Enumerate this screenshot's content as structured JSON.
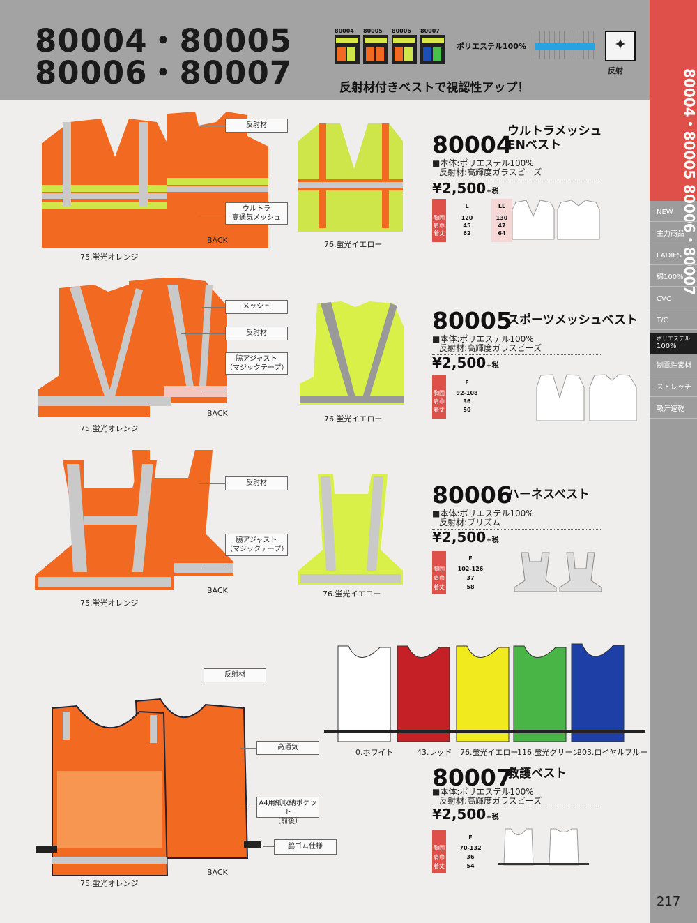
{
  "header": {
    "title_line1": "80004・80005",
    "title_line2": "80006・80007",
    "thumbnails": [
      "80004",
      "80005",
      "80006",
      "80007"
    ],
    "fabric_label": "ポリエステル100%",
    "reflect_icon": "sparkle-icon",
    "reflect_label": "反射",
    "subtitle": "反射材付きベストで視認性アップ！"
  },
  "sidebar": {
    "code": "80004・80005 80006・80007",
    "items": [
      "NEW",
      "主力商品",
      "LADIES",
      "綿100%",
      "CVC",
      "T/C",
      "ポリエステル",
      "100%",
      "制電性素材",
      "ストレッチ",
      "吸汗速乾"
    ]
  },
  "page_number": "217",
  "products": [
    {
      "code": "80004",
      "name_line1": "ウルトラメッシュ",
      "name_line2": "ENベスト",
      "spec1": "■本体:ポリエステル100%",
      "spec2": "反射材:高輝度ガラスビーズ",
      "price": "¥2,500",
      "tax": "+税",
      "sizes": [
        "L",
        "LL"
      ],
      "rows": [
        "胸囲",
        "肩巾",
        "着丈"
      ],
      "values": [
        [
          "120",
          "130"
        ],
        [
          "45",
          "47"
        ],
        [
          "62",
          "64"
        ]
      ],
      "callouts": [
        "反射材",
        "ウルトラ\n高通気メッシュ"
      ],
      "back": "BACK",
      "colors": [
        "75.蛍光オレンジ",
        "76.蛍光イエロー"
      ]
    },
    {
      "code": "80005",
      "name_line1": "スポーツメッシュベスト",
      "spec1": "■本体:ポリエステル100%",
      "spec2": "反射材:高輝度ガラスビーズ",
      "price": "¥2,500",
      "tax": "+税",
      "sizes": [
        "F"
      ],
      "rows": [
        "胸囲",
        "肩巾",
        "着丈"
      ],
      "values": [
        [
          "92-108"
        ],
        [
          "36"
        ],
        [
          "50"
        ]
      ],
      "callouts": [
        "メッシュ",
        "反射材",
        "脇アジャスト\n（マジックテープ）"
      ],
      "back": "BACK",
      "colors": [
        "75.蛍光オレンジ",
        "76.蛍光イエロー"
      ]
    },
    {
      "code": "80006",
      "name_line1": "ハーネスベスト",
      "spec1": "■本体:ポリエステル100%",
      "spec2": "反射材:プリズム",
      "price": "¥2,500",
      "tax": "+税",
      "sizes": [
        "F"
      ],
      "rows": [
        "胸囲",
        "肩巾",
        "着丈"
      ],
      "values": [
        [
          "102-126"
        ],
        [
          "37"
        ],
        [
          "58"
        ]
      ],
      "callouts": [
        "反射材",
        "脇アジャスト\n（マジックテープ）"
      ],
      "back": "BACK",
      "colors": [
        "75.蛍光オレンジ",
        "76.蛍光イエロー"
      ]
    },
    {
      "code": "80007",
      "name_line1": "救護ベスト",
      "spec1": "■本体:ポリエステル100%",
      "spec2": "反射材:高輝度ガラスビーズ",
      "price": "¥2,500",
      "tax": "+税",
      "sizes": [
        "F"
      ],
      "rows": [
        "胸囲",
        "肩巾",
        "着丈"
      ],
      "values": [
        [
          "70-132"
        ],
        [
          "36"
        ],
        [
          "54"
        ]
      ],
      "callouts": [
        "反射材",
        "高通気",
        "A4用紙収納ポケット\n（前後）",
        "脇ゴム仕様"
      ],
      "back": "BACK",
      "colors": [
        "75.蛍光オレンジ"
      ],
      "color_variants": [
        "0.ホワイト",
        "43.レッド",
        "76.蛍光イエロー",
        "116.蛍光グリーン",
        "203.ロイヤルブルー"
      ]
    }
  ],
  "palette": {
    "orange": "#f26a21",
    "yellow": "#cfe64a",
    "red_accent": "#e0504a",
    "reflective": "#c9c9c9"
  }
}
